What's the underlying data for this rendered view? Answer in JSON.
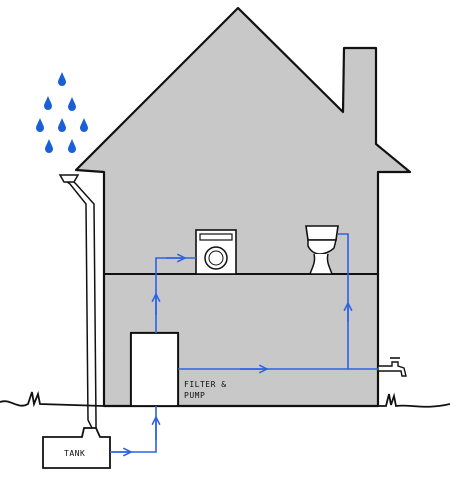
{
  "labels": {
    "filter_line1": "FILTER &",
    "filter_line2": "PUMP",
    "tank": "TANK"
  },
  "colors": {
    "house_fill": "#c8c8c8",
    "outline": "#111111",
    "pipe": "#2b62e6",
    "rain": "#1a5fd8",
    "background": "#ffffff"
  },
  "icons": {
    "rain": "raindrop-icon",
    "washing_machine": "washing-machine-icon",
    "toilet": "toilet-icon",
    "tap": "tap-icon"
  }
}
